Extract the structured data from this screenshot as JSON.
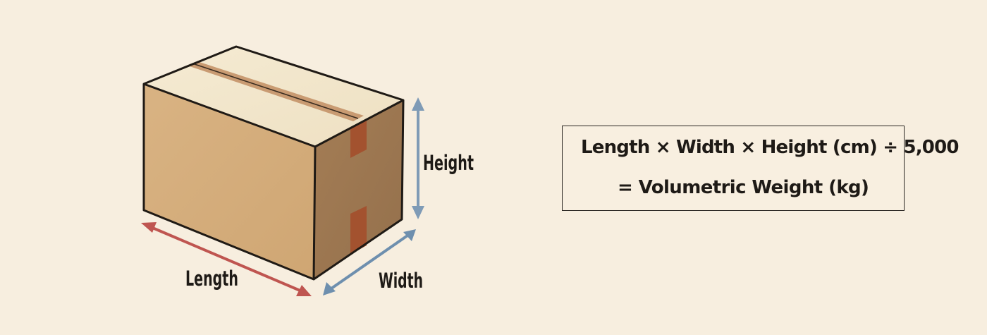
{
  "labels": {
    "height": "Height",
    "length": "Length",
    "width": "Width"
  },
  "formula": {
    "line1": "Length × Width × Height (cm) ÷ 5,000",
    "line2": "= Volumetric Weight (kg)"
  },
  "colors": {
    "background": "#f7eedf",
    "length_arrow": "#bf5550",
    "width_arrow": "#6e8fae",
    "height_arrow": "#7f9bb6",
    "box_front": "#d4ad7b",
    "box_side": "#9e7650",
    "box_top": "#f3e8cf",
    "tape": "#a3522f"
  }
}
